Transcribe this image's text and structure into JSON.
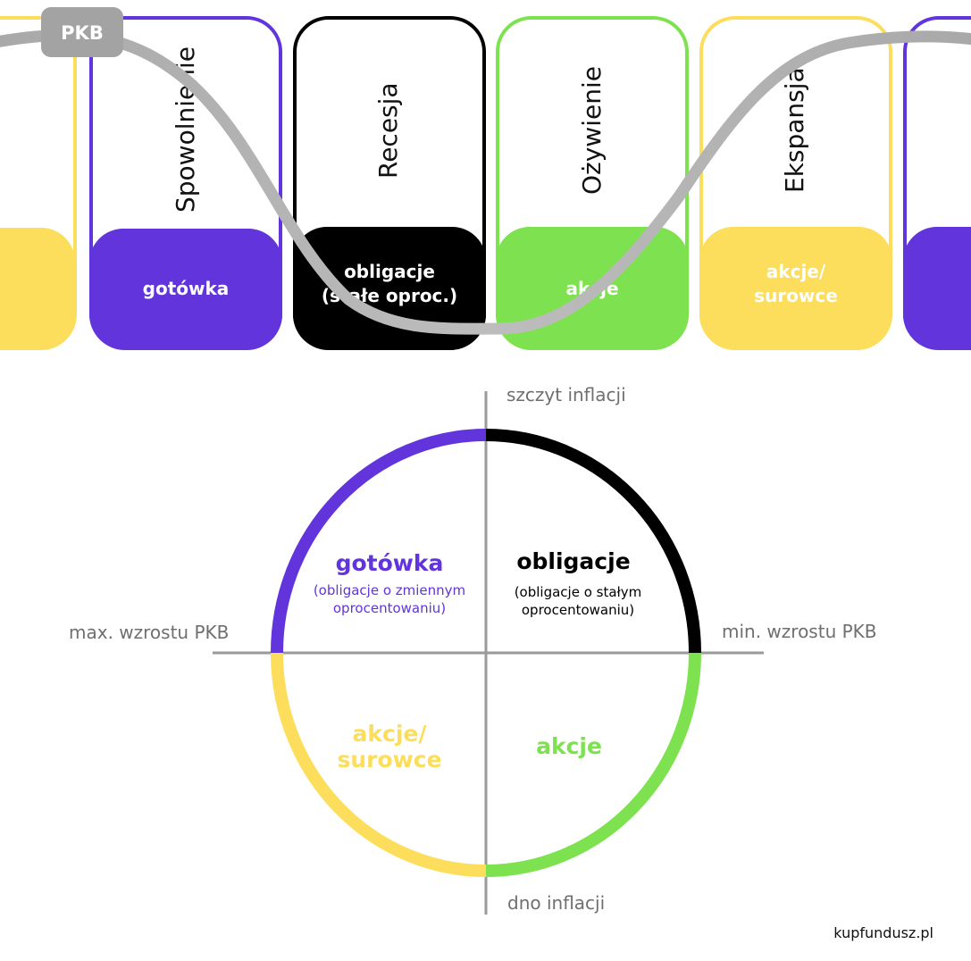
{
  "colors": {
    "purple": "#6234dc",
    "black": "#000000",
    "green": "#7ee14f",
    "yellow": "#fcdd5c",
    "gray": "#a8a8a8",
    "axis_gray": "#9a9a9a",
    "label_gray": "#6f6f6f"
  },
  "curve": {
    "label": "PKB"
  },
  "phases": [
    {
      "name": "Spowolnienie",
      "asset": "gotówka",
      "color": "purple"
    },
    {
      "name": "Recesja",
      "asset": "obligacje\n(stałe oproc.)",
      "color": "black"
    },
    {
      "name": "Ożywienie",
      "asset": "akcje",
      "color": "green"
    },
    {
      "name": "Ekspansja",
      "asset": "akcje/\nsurowce",
      "color": "yellow"
    }
  ],
  "cycle": {
    "axis_labels": {
      "top": "szczyt inflacji",
      "bottom": "dno inflacji",
      "left": "max. wzrostu PKB",
      "right": "min. wzrostu PKB"
    },
    "quadrants": [
      {
        "position": "top-left",
        "title": "gotówka",
        "subtitle": "(obligacje o zmiennym\noprocentowaniu)",
        "color": "purple"
      },
      {
        "position": "top-right",
        "title": "obligacje",
        "subtitle": "(obligacje o stałym\noprocentowaniu)",
        "color": "black"
      },
      {
        "position": "bottom-left",
        "title": "akcje/\nsurowce",
        "subtitle": "",
        "color": "yellow"
      },
      {
        "position": "bottom-right",
        "title": "akcje",
        "subtitle": "",
        "color": "green"
      }
    ]
  },
  "footer": {
    "source": "kupfundusz.pl"
  }
}
